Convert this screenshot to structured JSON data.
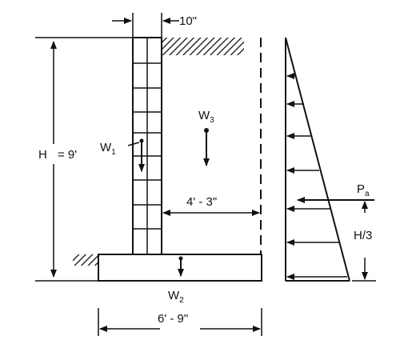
{
  "dims": {
    "stem_thickness": "10\"",
    "height_label": "H",
    "height_eq": "= 9'",
    "heel_width": "4' - 3\"",
    "base_width": "6' - 9\"",
    "h3_label": "H/3"
  },
  "loads": {
    "w1": "W",
    "w1_sub": "1",
    "w2": "W",
    "w2_sub": "2",
    "w3": "W",
    "w3_sub": "3",
    "pa": "P",
    "pa_sub": "a"
  }
}
